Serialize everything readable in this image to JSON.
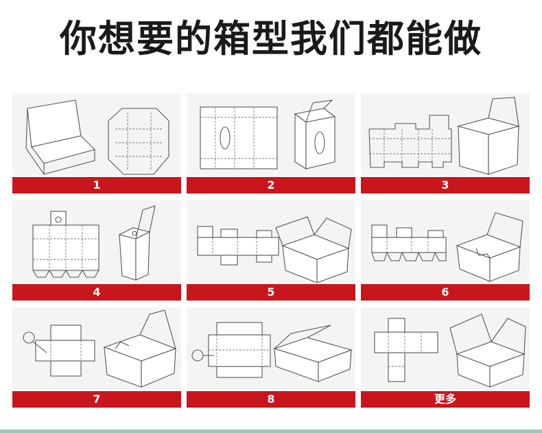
{
  "headline": "你想要的箱型我们都能做",
  "box_types": [
    {
      "label": "1",
      "icon": "display-box-and-dieline-icon"
    },
    {
      "label": "2",
      "icon": "tissue-box-and-dieline-icon"
    },
    {
      "label": "3",
      "icon": "cube-box-and-dieline-icon"
    },
    {
      "label": "4",
      "icon": "tall-box-and-dieline-icon"
    },
    {
      "label": "5",
      "icon": "shipping-box-and-dieline-icon"
    },
    {
      "label": "6",
      "icon": "lock-bottom-box-and-dieline-icon"
    },
    {
      "label": "7",
      "icon": "mailer-box-and-dieline-icon"
    },
    {
      "label": "8",
      "icon": "tray-box-and-dieline-icon"
    },
    {
      "label": "更多",
      "icon": "tuck-top-mailer-and-dieline-icon"
    }
  ],
  "colors": {
    "label_background": "#c9161c",
    "card_background": "#f4f4f4",
    "headline_text": "#1a1a1a"
  }
}
